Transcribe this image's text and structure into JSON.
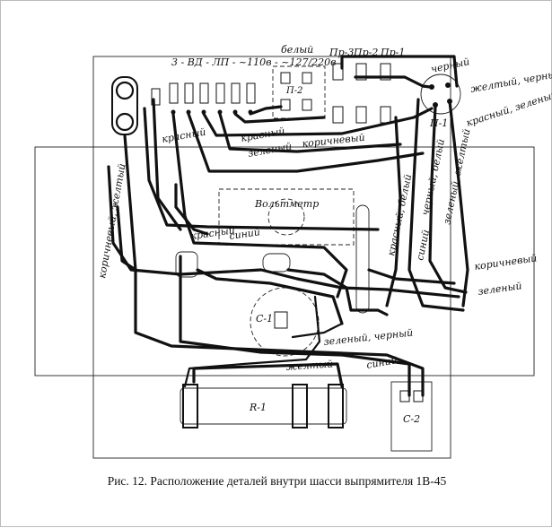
{
  "caption": "Рис. 12. Расположение деталей внутри шасси выпрямителя 1В-45",
  "top_labels": {
    "switch_positions": "3 - ВД - ЛП - ~110в - ~127/220в",
    "white": "белый",
    "fuse_3": "Пр-3",
    "fuse_2": "Пр-2",
    "fuse_1": "Пр-1",
    "black_top": "черный"
  },
  "components": {
    "voltmeter": "Вольтметр",
    "resistor": "R-1",
    "capacitor_1": "С-1",
    "capacitor_2": "С-2",
    "switch_p1": "П-1",
    "switch_p2": "П-2"
  },
  "wire_labels": {
    "red_left": "красный",
    "red_mid": "красный",
    "green_mid": "зеленый",
    "brown_mid": "коричневый",
    "red_voltmeter": "красный",
    "blue_voltmeter": "синий",
    "brown_yellow_left": "коричневый, желтый",
    "yellow_black_right": "желтый, черный",
    "red_green_right": "красный, зеленый",
    "red_white_vertical": "красный, белый",
    "black_white_vertical": "черный, белый",
    "green_yellow_vertical": "зеленый, желтый",
    "blue_vertical": "синий",
    "brown_right": "коричневый",
    "green_right": "зеленый",
    "green_black_bottom": "зеленый, черный",
    "blue_bottom": "синий",
    "yellow_bottom": "желтый"
  }
}
